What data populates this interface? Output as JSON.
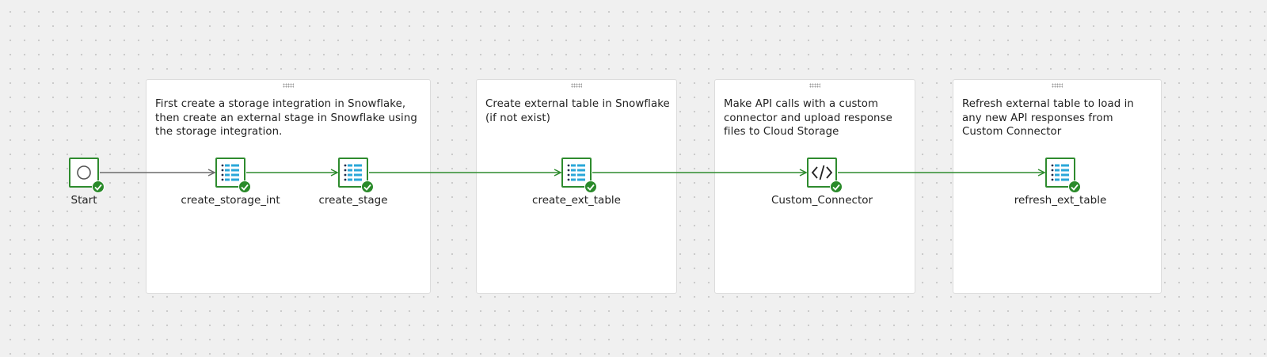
{
  "notes": [
    {
      "text": "First create a storage integration in Snowflake, then create an external stage in Snowflake using the storage integration."
    },
    {
      "text": "Create external table in Snowflake (if not exist)"
    },
    {
      "text": "Make API calls with a custom connector and upload response files to Cloud Storage"
    },
    {
      "text": "Refresh external table to load in any new API responses from Custom Connector"
    }
  ],
  "nodes": {
    "start": {
      "label": "Start",
      "icon": "start-circle-icon",
      "status": "success"
    },
    "create_storage_int": {
      "label": "create_storage_int",
      "icon": "table-icon",
      "status": "success"
    },
    "create_stage": {
      "label": "create_stage",
      "icon": "table-icon",
      "status": "success"
    },
    "create_ext_table": {
      "label": "create_ext_table",
      "icon": "table-icon",
      "status": "success"
    },
    "custom_connector": {
      "label": "Custom_Connector",
      "icon": "code-icon",
      "status": "success"
    },
    "refresh_ext_table": {
      "label": "refresh_ext_table",
      "icon": "table-icon",
      "status": "success"
    }
  },
  "colors": {
    "success": "#2a8a2a",
    "node_border": "#2e8b2e",
    "start_connector": "#6b6b6b",
    "connector": "#2e8b2e",
    "table_icon_blue": "#2aa7d8",
    "table_icon_dot": "#1b2a4a"
  }
}
